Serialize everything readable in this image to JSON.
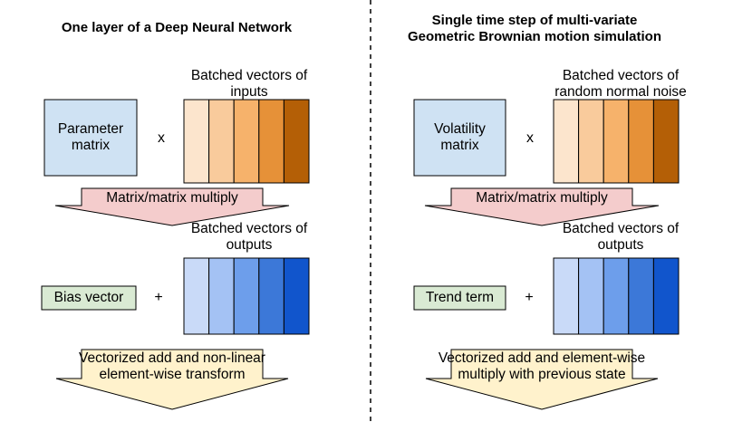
{
  "left": {
    "title": "One layer of a Deep Neural Network",
    "input_caption_1": "Batched vectors of",
    "input_caption_2": "inputs",
    "param_box": "Parameter\nmatrix",
    "times": "x",
    "multiply_arrow": "Matrix/matrix multiply",
    "output_caption_1": "Batched vectors of",
    "output_caption_2": "outputs",
    "bias_box": "Bias vector",
    "plus": "+",
    "final_arrow_1": "Vectorized add and non-linear",
    "final_arrow_2": "element-wise transform"
  },
  "right": {
    "title_1": "Single time step of multi-variate",
    "title_2": "Geometric Brownian motion simulation",
    "input_caption_1": "Batched vectors of",
    "input_caption_2": "random normal noise",
    "param_box": "Volatility\nmatrix",
    "times": "x",
    "multiply_arrow": "Matrix/matrix multiply",
    "output_caption_1": "Batched vectors of",
    "output_caption_2": "outputs",
    "trend_box": "Trend term",
    "plus": "+",
    "final_arrow_1": "Vectorized add and element-wise",
    "final_arrow_2": "multiply with previous state"
  },
  "colors": {
    "param_fill": "#cfe2f3",
    "box_fill_green": "#d9ead3",
    "arrow_pink": "#f4cccc",
    "arrow_yellow": "#fff2cc",
    "orange_cells": [
      "#fce5cd",
      "#f9cb9c",
      "#f6b26b",
      "#e69138",
      "#b45f06"
    ],
    "blue_cells": [
      "#c9daf8",
      "#a4c2f4",
      "#6d9eeb",
      "#3c78d8",
      "#1155cc"
    ]
  }
}
